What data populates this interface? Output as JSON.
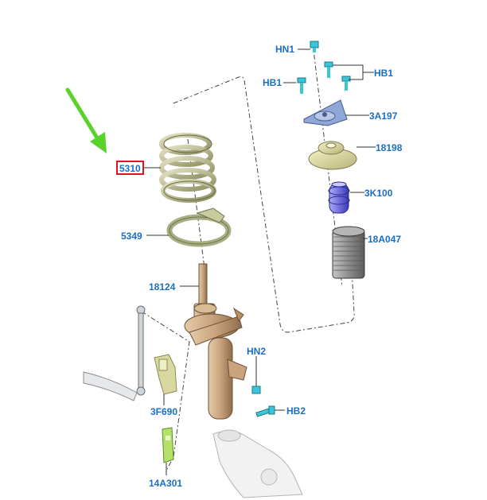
{
  "colors": {
    "label": "#1a6fc4",
    "highlight_box": "#e0141e",
    "arrow": "#5ad22a",
    "spring": "#b9b98a",
    "strut": "#c8a57f",
    "mount": "#8fa8d8",
    "bumper": "#6f6fe0",
    "bolt": "#39c6d8",
    "bracket": "#b6e06a",
    "link": "#cfd4d8"
  },
  "labels": {
    "hn1": "HN1",
    "hb1_left": "HB1",
    "hb1_right": "HB1",
    "mount": "3A197",
    "seat": "18198",
    "bumper": "3K100",
    "boot": "18A047",
    "spring": "5310",
    "insulator": "5349",
    "strut": "18124",
    "hn2": "HN2",
    "hb2": "HB2",
    "bracket": "3F690",
    "sensor_bracket": "14A301"
  }
}
